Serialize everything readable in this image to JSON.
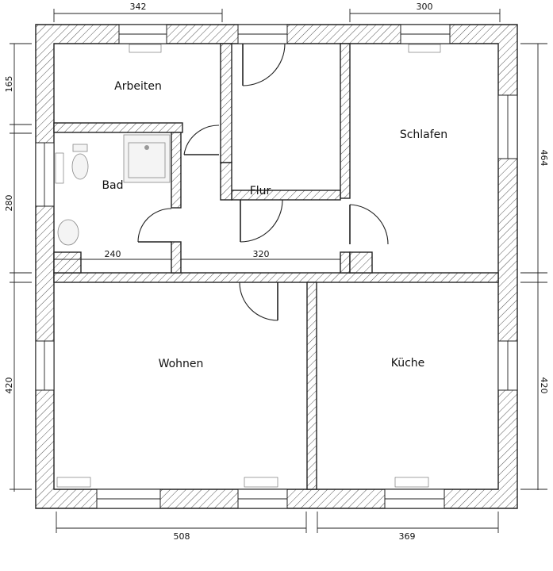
{
  "rooms": {
    "arbeiten": "Arbeiten",
    "bad": "Bad",
    "flur": "Flur",
    "schlafen": "Schlafen",
    "wohnen": "Wohnen",
    "kueche": "Küche"
  },
  "dimensions": {
    "top_left": "342",
    "top_right": "300",
    "bottom_left": "508",
    "bottom_right": "369",
    "left_upper": "165",
    "left_middle": "280",
    "left_lower": "420",
    "right_upper": "464",
    "right_lower": "420",
    "inner_bad": "240",
    "inner_flur": "320"
  }
}
